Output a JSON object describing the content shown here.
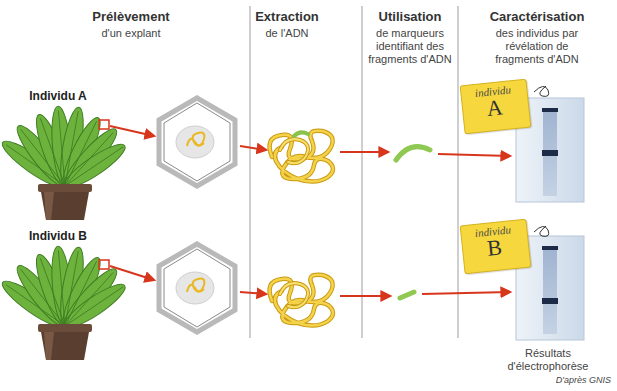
{
  "diagram": {
    "nodes": [
      {
        "text": [
          "individu",
          "A"
        ]
      },
      {
        "text": [
          "individu",
          "B"
        ]
      }
    ],
    "labels": [
      "Prélèvement",
      "d'un explant",
      "Extraction",
      "de l'ADN",
      "Utilisation",
      "de marqueurs identifiant des fragments d'ADN",
      "Caractérisation",
      "des individus par révélation de fragments d'ADN",
      "Individu A",
      "Individu B",
      "Résultats d'électrophorèse",
      "D'après GNIS"
    ]
  }
}
